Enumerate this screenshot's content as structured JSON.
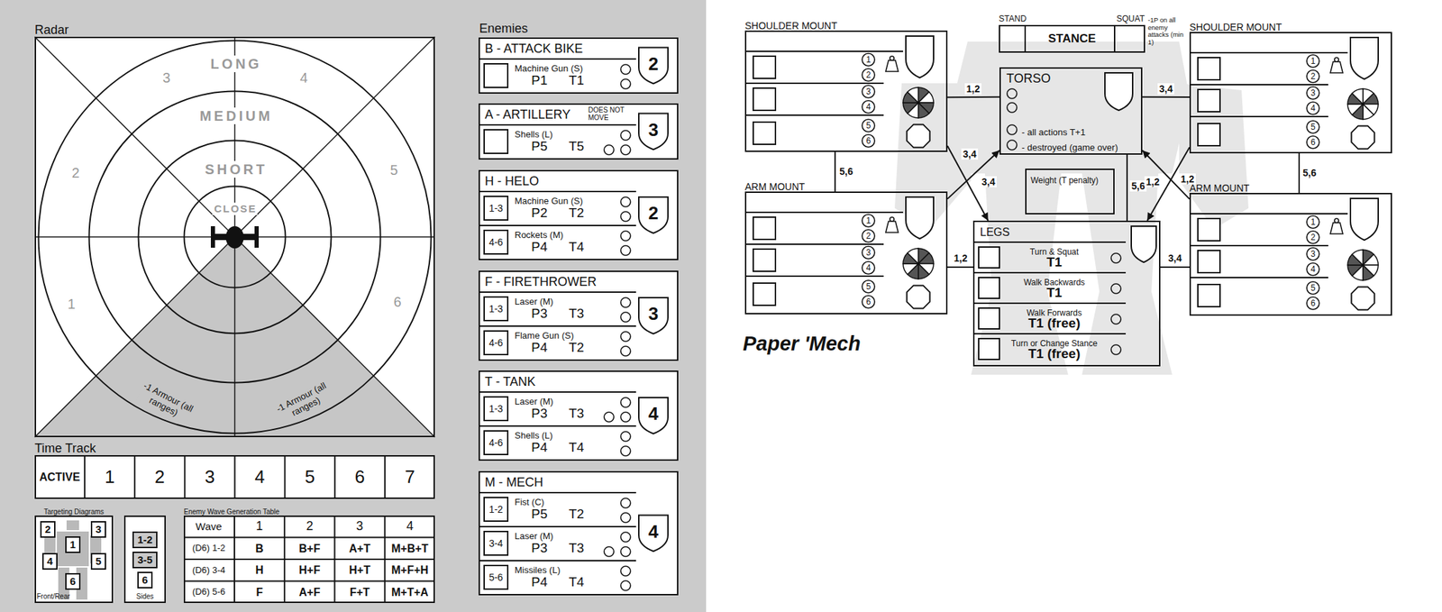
{
  "diagram": {
    "title": "Paper 'Mech",
    "nodes": [
      {
        "text": [
          "Radar"
        ]
      },
      {
        "text": [
          "Time Track"
        ]
      },
      {
        "text": [
          "Targeting Diagrams",
          "Front/Rear"
        ]
      },
      {
        "text": [
          "2"
        ],
        "in": 2
      },
      {
        "text": [
          "3"
        ],
        "in": 2
      },
      {
        "text": [
          "1"
        ],
        "in": 2
      },
      {
        "text": [
          "4"
        ],
        "in": 2
      },
      {
        "text": [
          "5"
        ],
        "in": 2
      },
      {
        "text": [
          "6"
        ],
        "in": 2
      },
      {
        "text": [
          "Sides"
        ]
      },
      {
        "text": [
          "1-2"
        ],
        "in": 9
      },
      {
        "text": [
          "3-5"
        ],
        "in": 9
      },
      {
        "text": [
          "6"
        ],
        "in": 9
      },
      {
        "text": [
          "Enemy Wave Generation Table"
        ]
      },
      {
        "text": [
          "B - ATTACK BIKE",
          "2"
        ]
      },
      {
        "text": [
          "Machine Gun (S)",
          "P1",
          "T1"
        ],
        "in": 14
      },
      {
        "text": [
          "A - ARTILLERY",
          "DOES NOT MOVE",
          "3"
        ]
      },
      {
        "text": [
          "Shells (L)",
          "P5",
          "T5"
        ],
        "in": 16
      },
      {
        "text": [
          "H - HELO",
          "2"
        ]
      },
      {
        "text": [
          "1-3",
          "Machine Gun (S)",
          "P2",
          "T2"
        ],
        "in": 18
      },
      {
        "text": [
          "4-6",
          "Rockets (M)",
          "P4",
          "T4"
        ],
        "in": 18
      },
      {
        "text": [
          "F - FIRETHROWER",
          "3"
        ]
      },
      {
        "text": [
          "1-3",
          "Laser (M)",
          "P3",
          "T3"
        ],
        "in": 21
      },
      {
        "text": [
          "4-6",
          "Flame Gun (S)",
          "P4",
          "T2"
        ],
        "in": 21
      },
      {
        "text": [
          "T - TANK",
          "4"
        ]
      },
      {
        "text": [
          "1-3",
          "Laser (M)",
          "P3",
          "T3"
        ],
        "in": 24
      },
      {
        "text": [
          "4-6",
          "Shells (L)",
          "P4",
          "T4"
        ],
        "in": 24
      },
      {
        "text": [
          "M - MECH",
          "4"
        ]
      },
      {
        "text": [
          "1-2",
          "Fist (C)",
          "P5",
          "T2"
        ],
        "in": 27
      },
      {
        "text": [
          "3-4",
          "Laser (M)",
          "P3",
          "T3"
        ],
        "in": 27
      },
      {
        "text": [
          "5-6",
          "Missiles (L)",
          "P4",
          "T4"
        ],
        "in": 27
      },
      {
        "text": [
          "SHOULDER MOUNT"
        ]
      },
      {
        "text": [
          "STANCE"
        ]
      },
      {
        "text": [
          "SHOULDER MOUNT"
        ]
      },
      {
        "text": [
          "TORSO",
          "- all actions T+1",
          "- destroyed (game over)"
        ]
      },
      {
        "text": [
          "ARM MOUNT"
        ]
      },
      {
        "text": [
          "Weight (T penalty)"
        ]
      },
      {
        "text": [
          "LEGS"
        ]
      },
      {
        "text": [
          "Turn & Squat",
          "T1"
        ],
        "in": 37
      },
      {
        "text": [
          "Walk Backwards",
          "T1"
        ],
        "in": 37
      },
      {
        "text": [
          "Walk Forwards",
          "T1 (free)"
        ],
        "in": 37
      },
      {
        "text": [
          "Turn or Change Stance",
          "T1 (free)"
        ],
        "in": 37
      },
      {
        "text": [
          "ARM MOUNT"
        ]
      }
    ],
    "edges": [
      {
        "from": 31,
        "to": 34,
        "label": "1,2",
        "arrow": "none"
      },
      {
        "from": 31,
        "to": 37,
        "label": "3,4",
        "arrow": "to"
      },
      {
        "from": 31,
        "to": 35,
        "label": "5,6",
        "arrow": "none"
      },
      {
        "from": 35,
        "to": 34,
        "label": "3,4",
        "arrow": "to"
      },
      {
        "from": 35,
        "to": 37,
        "label": "1,2",
        "arrow": "none"
      },
      {
        "from": 34,
        "to": 37,
        "label": "5,6",
        "arrow": "none"
      },
      {
        "from": 33,
        "to": 34,
        "label": "3,4",
        "arrow": "none"
      },
      {
        "from": 33,
        "to": 37,
        "label": "1,2",
        "arrow": "to"
      },
      {
        "from": 33,
        "to": 42,
        "label": "5,6",
        "arrow": "none"
      },
      {
        "from": 42,
        "to": 34,
        "label": "1,2",
        "arrow": "to"
      },
      {
        "from": 42,
        "to": 37,
        "label": "3,4",
        "arrow": "none"
      }
    ],
    "labels": [
      "LONG",
      "MEDIUM",
      "SHORT",
      "CLOSE",
      "3",
      "4",
      "2",
      "5",
      "1",
      "6",
      "-1 Armour (all ranges)",
      "-1 Armour (all ranges)",
      "ACTIVE",
      "1",
      "2",
      "3",
      "4",
      "5",
      "6",
      "7",
      "Enemies",
      "Wave",
      "1",
      "2",
      "3",
      "4",
      "(D6) 1-2",
      "B",
      "B+F",
      "A+T",
      "M+B+T",
      "(D6) 3-4",
      "H",
      "H+F",
      "H+T",
      "M+F+H",
      "(D6) 5-6",
      "F",
      "A+F",
      "F+T",
      "M+T+A",
      "STAND",
      "SQUAT",
      "-1P on all enemy attacks (min 1)",
      "1",
      "2",
      "3",
      "4",
      "5",
      "6",
      "1",
      "2",
      "3",
      "4",
      "5",
      "6",
      "1",
      "2",
      "3",
      "4",
      "5",
      "6",
      "1",
      "2",
      "3",
      "4",
      "5",
      "6"
    ]
  }
}
